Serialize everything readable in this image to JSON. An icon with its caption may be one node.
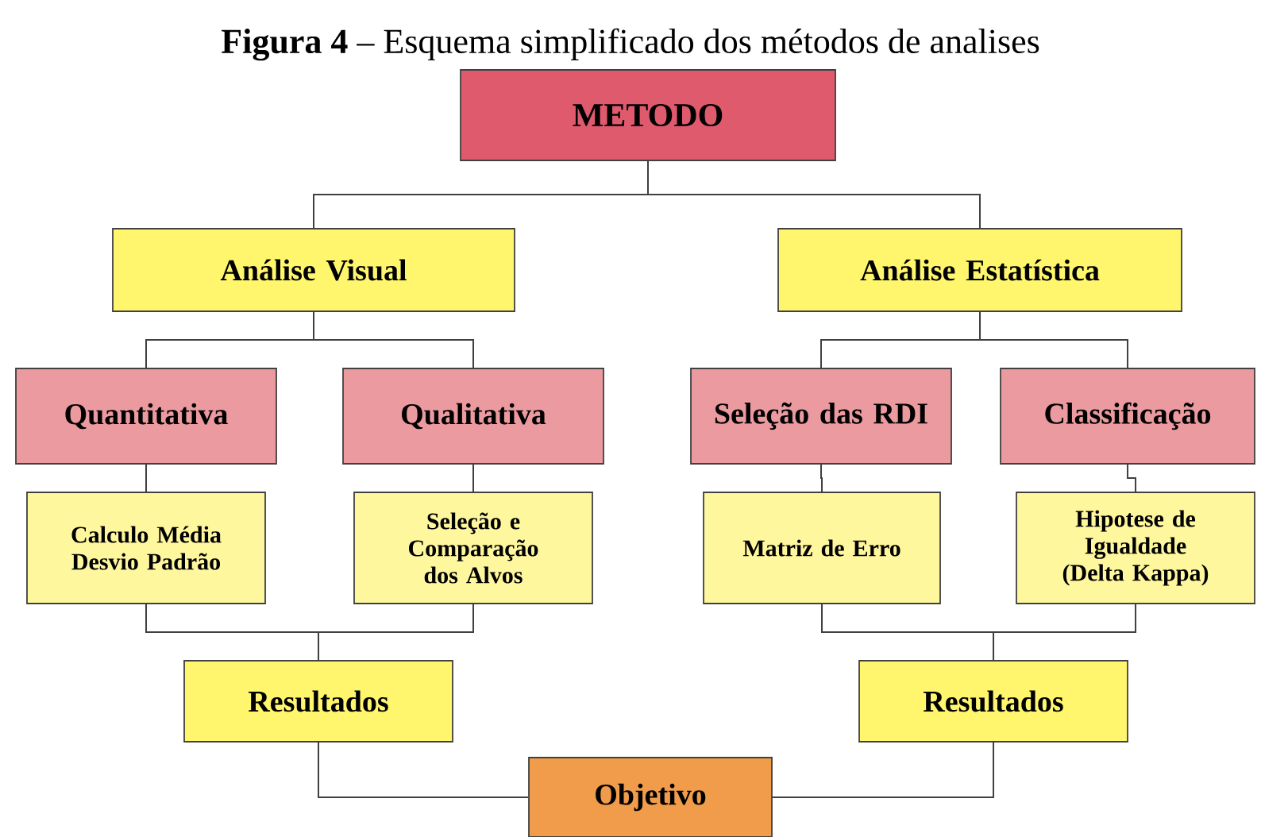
{
  "diagram": {
    "title": "**Figura 4** – Esquema simplificado dos métodos de analises",
    "nodes": [
      {
        "text": [
          "METODO"
        ]
      },
      {
        "text": [
          "Análise Visual"
        ]
      },
      {
        "text": [
          "Análise Estatística"
        ]
      },
      {
        "text": [
          "Quantitativa"
        ]
      },
      {
        "text": [
          "Qualitativa"
        ]
      },
      {
        "text": [
          "Seleção das RDI"
        ]
      },
      {
        "text": [
          "Classificação"
        ]
      },
      {
        "text": [
          "Calculo Média Desvio Padrão"
        ]
      },
      {
        "text": [
          "Seleção e Comparação dos Alvos"
        ]
      },
      {
        "text": [
          "Matriz de Erro"
        ]
      },
      {
        "text": [
          "Hipotese de Igualdade (Delta Kappa)"
        ]
      },
      {
        "text": [
          "Resultados"
        ]
      },
      {
        "text": [
          "Resultados"
        ]
      },
      {
        "text": [
          "Objetivo"
        ]
      }
    ],
    "edges": [
      {
        "from": 0,
        "to": 1,
        "arrow": "none"
      },
      {
        "from": 0,
        "to": 2,
        "arrow": "none"
      },
      {
        "from": 1,
        "to": 3,
        "arrow": "none"
      },
      {
        "from": 1,
        "to": 4,
        "arrow": "none"
      },
      {
        "from": 2,
        "to": 5,
        "arrow": "none"
      },
      {
        "from": 2,
        "to": 6,
        "arrow": "none"
      },
      {
        "from": 3,
        "to": 7,
        "arrow": "none"
      },
      {
        "from": 4,
        "to": 8,
        "arrow": "none"
      },
      {
        "from": 5,
        "to": 9,
        "arrow": "none"
      },
      {
        "from": 6,
        "to": 10,
        "arrow": "none"
      },
      {
        "from": 7,
        "to": 11,
        "arrow": "none"
      },
      {
        "from": 8,
        "to": 11,
        "arrow": "none"
      },
      {
        "from": 9,
        "to": 12,
        "arrow": "none"
      },
      {
        "from": 10,
        "to": 12,
        "arrow": "none"
      },
      {
        "from": 11,
        "to": 13,
        "arrow": "none"
      },
      {
        "from": 12,
        "to": 13,
        "arrow": "none"
      }
    ]
  }
}
